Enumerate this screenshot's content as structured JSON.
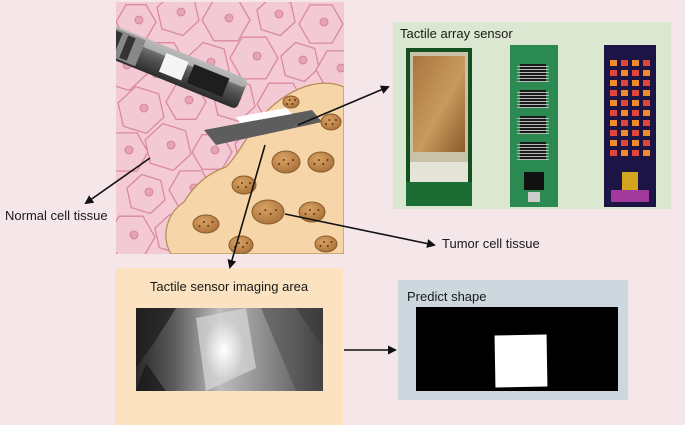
{
  "labels": {
    "normal_cell_tissue": "Normal cell tissue",
    "tumor_cell_tissue": "Tumor cell tissue",
    "tactile_array_sensor": "Tactile array sensor",
    "tactile_sensor_imaging_area": "Tactile sensor imaging area",
    "predict_shape": "Predict shape"
  },
  "colors": {
    "background": "#f4e6e9",
    "normal_cell_fill": "#f3c9d3",
    "normal_cell_nucleus": "#e6a3b1",
    "tumor_cytoplasm": "#f6d6a8",
    "tumor_nucleus": "#c68a45",
    "sensor_panel": "#dbe7d0",
    "imaging_panel": "#fbe2c0",
    "predict_panel": "#ccd8dd",
    "pcb_green": "#1f7d47",
    "pcb_dark": "#1b1445"
  },
  "icons": [
    "probe-icon",
    "pcb-board-icon",
    "arrow-icon"
  ]
}
